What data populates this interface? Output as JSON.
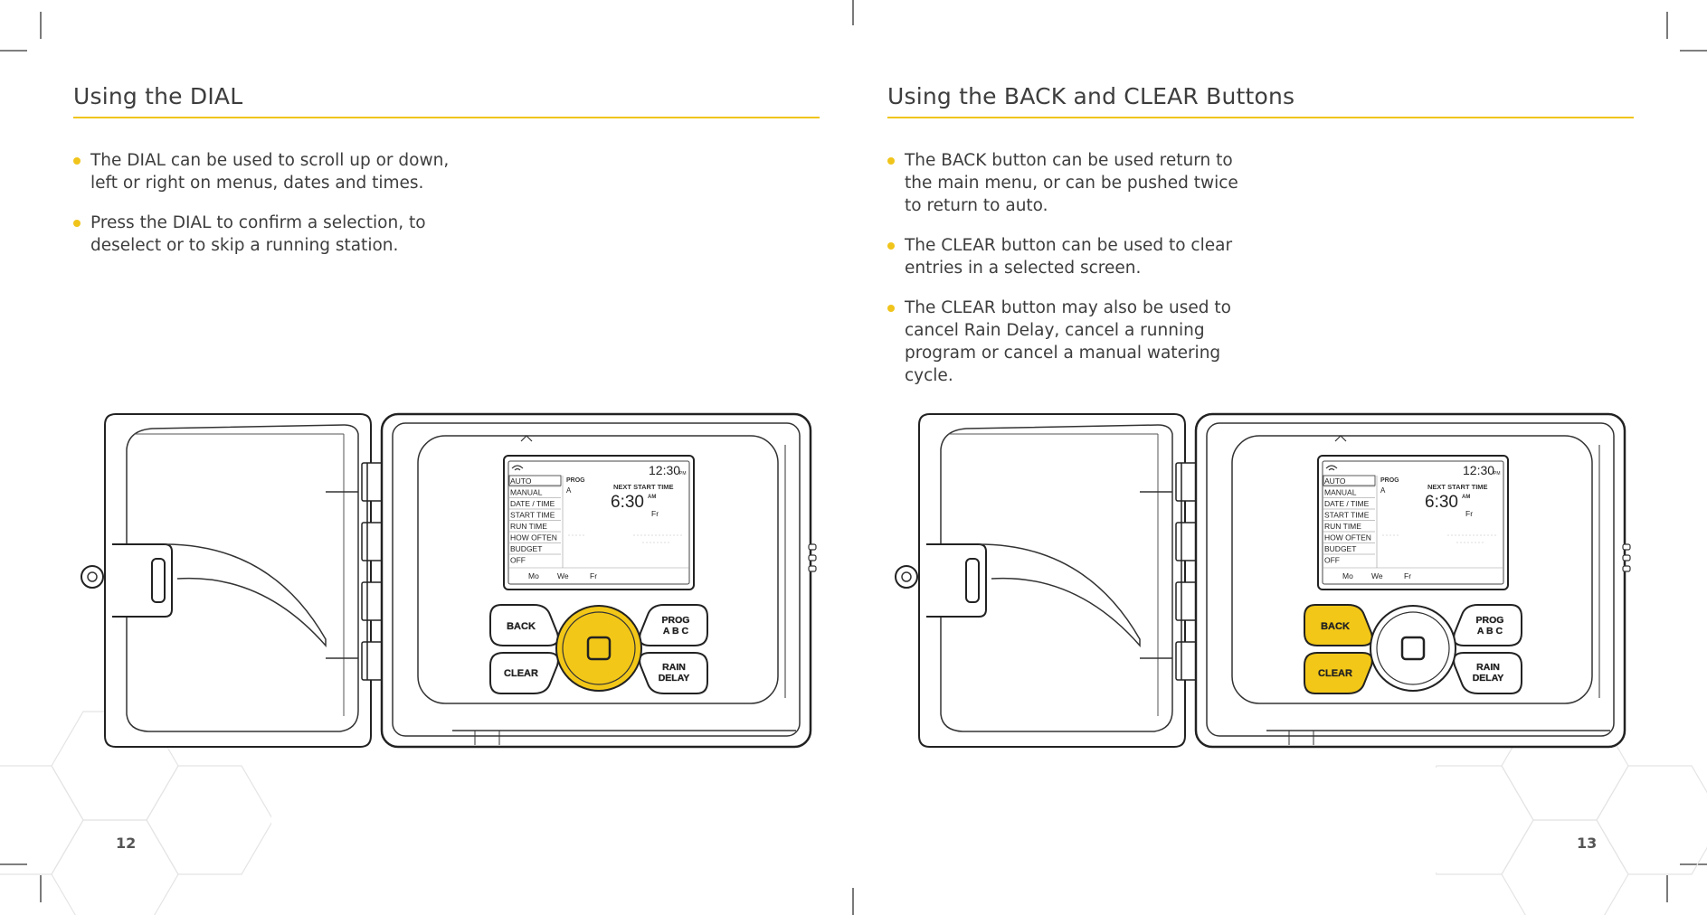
{
  "left_page": {
    "title": "Using the DIAL",
    "bullets": [
      "The DIAL can be used to scroll up or down, left or right on menus, dates and times.",
      "Press the DIAL to confirm a selection, to deselect or to skip a running station."
    ],
    "page_number": "12"
  },
  "right_page": {
    "title": "Using the BACK and CLEAR Buttons",
    "bullets": [
      "The BACK button can be used return to the main menu, or can be pushed twice to return to auto.",
      "The CLEAR button can be used to clear entries in a selected screen.",
      "The CLEAR button may also be used to cancel Rain Delay, cancel a running program or cancel a manual watering cycle."
    ],
    "page_number": "13"
  },
  "controller": {
    "clock": "12:30",
    "clock_suffix": "PM",
    "menu": [
      "AUTO",
      "MANUAL",
      "DATE / TIME",
      "START TIME",
      "RUN TIME",
      "HOW OFTEN",
      "BUDGET",
      "OFF"
    ],
    "prog_label": "PROG",
    "prog_value": "A",
    "next_start_label": "NEXT START TIME",
    "next_start_time": "6:30",
    "next_start_suffix": "AM",
    "next_day": "Fr",
    "days": [
      "Mo",
      "We",
      "Fr"
    ],
    "buttons": {
      "back": "BACK",
      "clear": "CLEAR",
      "prog_line1": "PROG",
      "prog_line2": "A B C",
      "rain_line1": "RAIN",
      "rain_line2": "DELAY"
    }
  },
  "colors": {
    "accent": "#f0c41b",
    "highlight": "#f2c718"
  }
}
